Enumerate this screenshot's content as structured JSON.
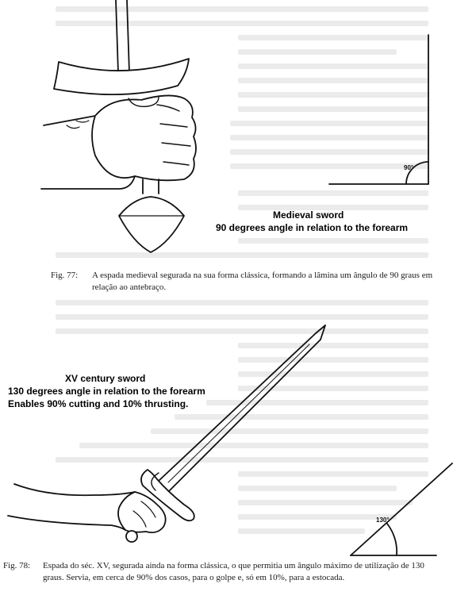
{
  "figures": [
    {
      "overlay": {
        "title": "Medieval sword",
        "subtitle": "90 degrees angle in relation to the forearm"
      },
      "angle_label": "90°",
      "caption": {
        "number": "Fig. 77:",
        "line1": "A espada medieval segurada na sua forma clássica, formando a lâmina um ângulo de 90 graus em",
        "line2": "relação ao antebraço."
      }
    },
    {
      "overlay": {
        "title": "XV century sword",
        "line1": "130 degrees angle in relation to the forearm",
        "line2": "Enables 90% cutting and  10% thrusting."
      },
      "angle_label": "130°",
      "caption": {
        "number": "Fig. 78:",
        "line1": "Espada do séc. XV, segurada ainda na forma clássica, o que permitia um ângulo máximo de utilização de 130",
        "line2": "graus. Servia, em cerca de 90% dos casos, para o golpe e, só em 10%, para a estocada."
      }
    }
  ]
}
